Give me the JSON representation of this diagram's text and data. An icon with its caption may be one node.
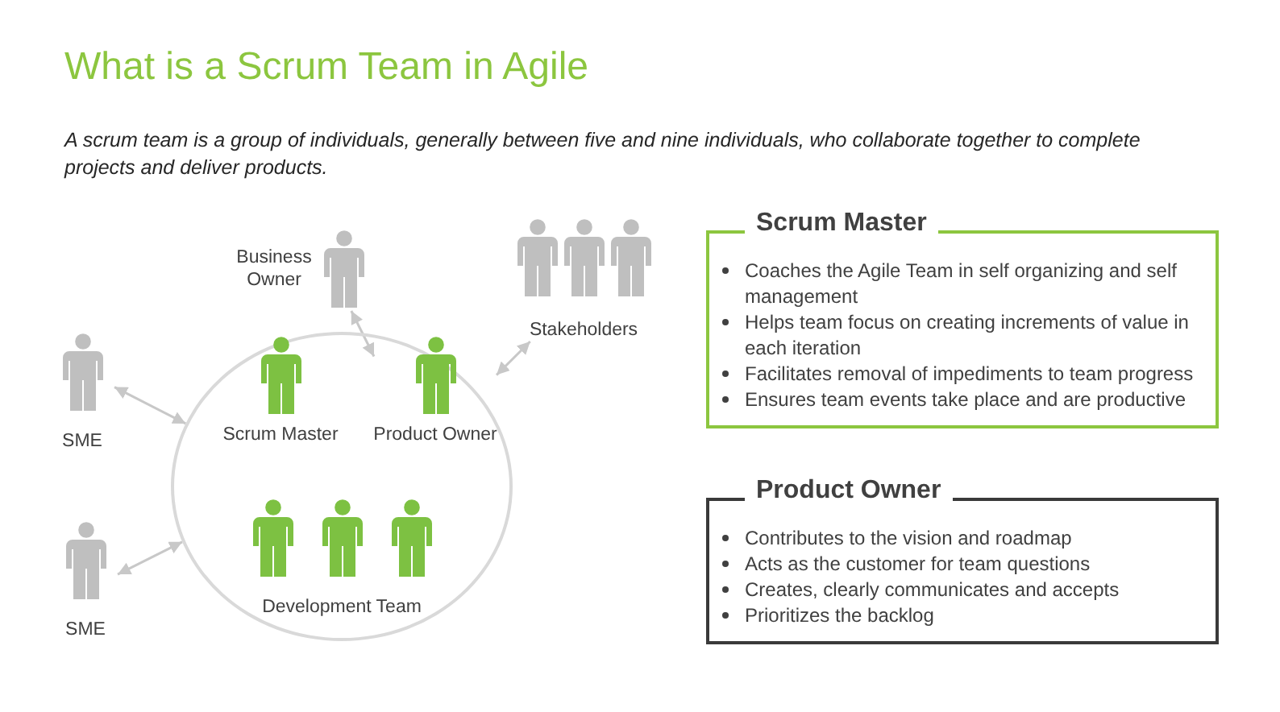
{
  "diagram": {
    "title": "What is a Scrum Team in Agile",
    "nodes": [
      {
        "text": [
          "Business Owner"
        ]
      },
      {
        "text": [
          "Stakeholders"
        ]
      },
      {
        "text": [
          "SME"
        ]
      },
      {
        "text": [],
        "shape": "circle"
      },
      {
        "text": [
          "Scrum Master"
        ],
        "in": 3
      },
      {
        "text": [
          "Product Owner"
        ],
        "in": 3
      },
      {
        "text": [
          "Development Team"
        ],
        "in": 3
      },
      {
        "text": [
          "SME"
        ]
      },
      {
        "text": [
          "Scrum Master",
          "Coaches the Agile Team in self organizing and self management",
          "Helps team focus on creating increments of value in each iteration",
          "Facilitates removal of impediments to team progress",
          "Ensures team events take place and are productive"
        ]
      },
      {
        "text": [
          "Product Owner",
          "Contributes to the vision and roadmap",
          "Acts as the customer for team questions",
          "Creates, clearly communicates and accepts",
          "Prioritizes the backlog"
        ]
      }
    ],
    "edges": [
      {
        "from": 2,
        "to": 3,
        "arrow": "both"
      },
      {
        "from": 7,
        "to": 3,
        "arrow": "both"
      },
      {
        "from": 0,
        "to": 5,
        "arrow": "both"
      },
      {
        "from": 1,
        "to": 5,
        "arrow": "both"
      }
    ],
    "labels": [
      "A scrum team is a group of individuals, generally between five and nine individuals, who collaborate together to complete projects and deliver products."
    ]
  }
}
